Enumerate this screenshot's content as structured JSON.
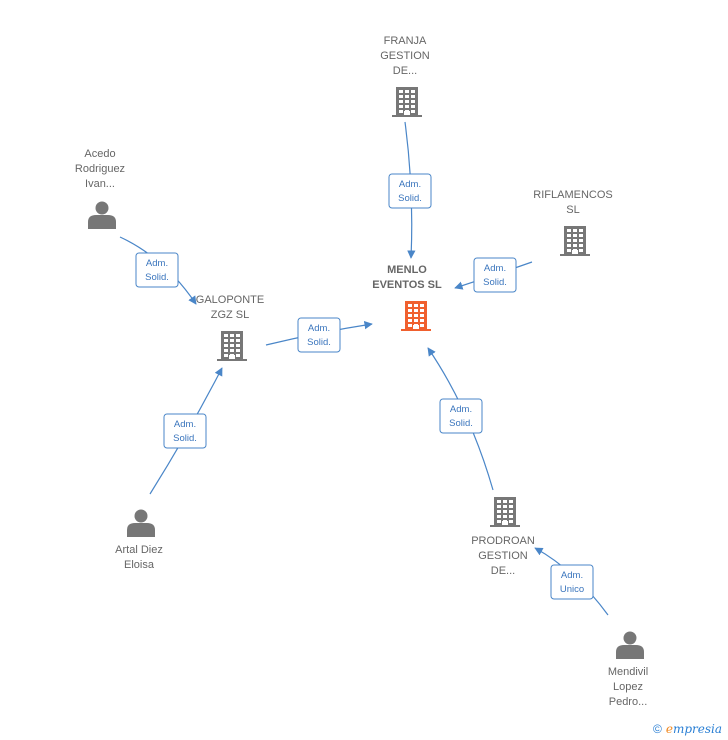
{
  "colors": {
    "edge": "#4a86c8",
    "node_gray": "#777777",
    "node_highlight": "#f0602e",
    "label": "#666666"
  },
  "nodes": [
    {
      "id": "menlo",
      "type": "company",
      "highlight": true,
      "lines": [
        "MENLO",
        "EVENTOS SL"
      ]
    },
    {
      "id": "franja",
      "type": "company",
      "highlight": false,
      "lines": [
        "FRANJA",
        "GESTION",
        "DE..."
      ]
    },
    {
      "id": "riflamencos",
      "type": "company",
      "highlight": false,
      "lines": [
        "RIFLAMENCOS",
        "SL"
      ]
    },
    {
      "id": "galoponte",
      "type": "company",
      "highlight": false,
      "lines": [
        "GALOPONTE",
        "ZGZ SL"
      ]
    },
    {
      "id": "prodroan",
      "type": "company",
      "highlight": false,
      "lines": [
        "PRODROAN",
        "GESTION",
        "DE..."
      ]
    },
    {
      "id": "acedo",
      "type": "person",
      "highlight": false,
      "lines": [
        "Acedo",
        "Rodriguez",
        "Ivan..."
      ]
    },
    {
      "id": "artal",
      "type": "person",
      "highlight": false,
      "lines": [
        "Artal Diez",
        "Eloisa"
      ]
    },
    {
      "id": "mendivil",
      "type": "person",
      "highlight": false,
      "lines": [
        "Mendivil",
        "Lopez",
        "Pedro..."
      ]
    }
  ],
  "edges": [
    {
      "id": "franja-menlo",
      "from": "franja",
      "to": "menlo",
      "label": [
        "Adm.",
        "Solid."
      ]
    },
    {
      "id": "riflamencos-menlo",
      "from": "riflamencos",
      "to": "menlo",
      "label": [
        "Adm.",
        "Solid."
      ]
    },
    {
      "id": "galoponte-menlo",
      "from": "galoponte",
      "to": "menlo",
      "label": [
        "Adm.",
        "Solid."
      ]
    },
    {
      "id": "prodroan-menlo",
      "from": "prodroan",
      "to": "menlo",
      "label": [
        "Adm.",
        "Solid."
      ]
    },
    {
      "id": "acedo-galoponte",
      "from": "acedo",
      "to": "galoponte",
      "label": [
        "Adm.",
        "Solid."
      ]
    },
    {
      "id": "artal-galoponte",
      "from": "artal",
      "to": "galoponte",
      "label": [
        "Adm.",
        "Solid."
      ]
    },
    {
      "id": "mendivil-prodroan",
      "from": "mendivil",
      "to": "prodroan",
      "label": [
        "Adm.",
        "Unico"
      ]
    }
  ],
  "footer": {
    "copyright": "©",
    "brand_initial": "e",
    "brand_rest": "mpresia"
  }
}
